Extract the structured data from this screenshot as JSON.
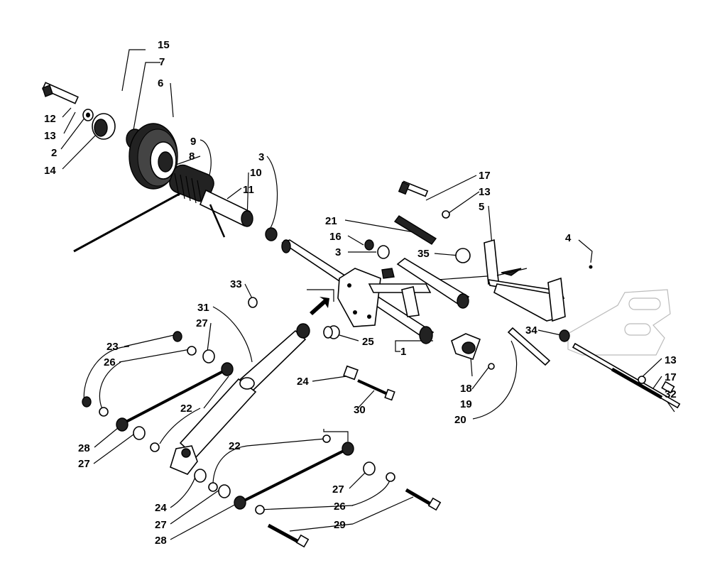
{
  "callouts": [
    {
      "id": "c15a",
      "text": "15"
    },
    {
      "id": "c7",
      "text": "7"
    },
    {
      "id": "c6",
      "text": "6"
    },
    {
      "id": "c12",
      "text": "12"
    },
    {
      "id": "c13a",
      "text": "13"
    },
    {
      "id": "c2",
      "text": "2"
    },
    {
      "id": "c14",
      "text": "14"
    },
    {
      "id": "c9",
      "text": "9"
    },
    {
      "id": "c8",
      "text": "8"
    },
    {
      "id": "c3a",
      "text": "3"
    },
    {
      "id": "c10",
      "text": "10"
    },
    {
      "id": "c11",
      "text": "11"
    },
    {
      "id": "c17a",
      "text": "17"
    },
    {
      "id": "c13b",
      "text": "13"
    },
    {
      "id": "c5",
      "text": "5"
    },
    {
      "id": "c4",
      "text": "4"
    },
    {
      "id": "c21",
      "text": "21"
    },
    {
      "id": "c16",
      "text": "16"
    },
    {
      "id": "c3b",
      "text": "3"
    },
    {
      "id": "c35",
      "text": "35"
    },
    {
      "id": "c33",
      "text": "33"
    },
    {
      "id": "c31",
      "text": "31"
    },
    {
      "id": "c27a",
      "text": "27"
    },
    {
      "id": "c23",
      "text": "23"
    },
    {
      "id": "c26a",
      "text": "26"
    },
    {
      "id": "c25",
      "text": "25"
    },
    {
      "id": "c1",
      "text": "1"
    },
    {
      "id": "c34",
      "text": "34"
    },
    {
      "id": "c13c",
      "text": "13"
    },
    {
      "id": "c17b",
      "text": "17"
    },
    {
      "id": "c32",
      "text": "32"
    },
    {
      "id": "c24a",
      "text": "24"
    },
    {
      "id": "c30",
      "text": "30"
    },
    {
      "id": "c18",
      "text": "18"
    },
    {
      "id": "c19",
      "text": "19"
    },
    {
      "id": "c20",
      "text": "20"
    },
    {
      "id": "c22a",
      "text": "22"
    },
    {
      "id": "c28a",
      "text": "28"
    },
    {
      "id": "c27b",
      "text": "27"
    },
    {
      "id": "c22b",
      "text": "22"
    },
    {
      "id": "c27c",
      "text": "27"
    },
    {
      "id": "c24b",
      "text": "24"
    },
    {
      "id": "c26b",
      "text": "26"
    },
    {
      "id": "c27d",
      "text": "27"
    },
    {
      "id": "c29",
      "text": "29"
    },
    {
      "id": "c28b",
      "text": "28"
    }
  ]
}
